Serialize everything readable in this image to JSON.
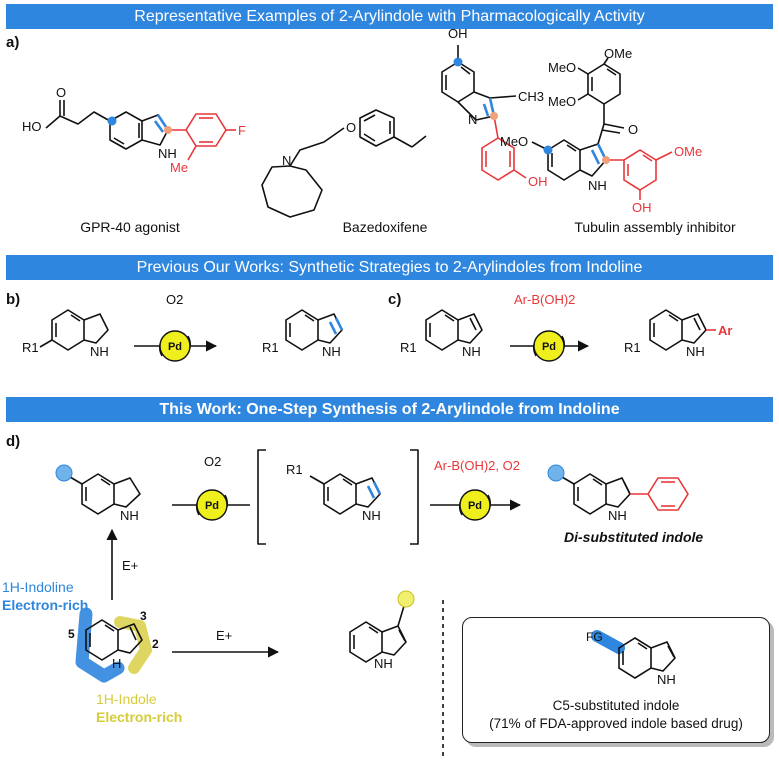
{
  "banners": {
    "a": "Representative Examples of 2-Arylindole with Pharmacologically Activity",
    "b": "Previous Our Works: Synthetic Strategies to 2-Arylindoles from Indoline",
    "c": "This Work: One-Step Synthesis of 2-Arylindole from Indoline"
  },
  "labels": {
    "a": "a)",
    "b": "b)",
    "c": "c)",
    "d": "d)"
  },
  "compounds": {
    "gpr40": "GPR-40 agonist",
    "bazedoxifene": "Bazedoxifene",
    "tubulin": "Tubulin assembly inhibitor"
  },
  "atoms": {
    "HO": "HO",
    "O": "O",
    "NH": "NH",
    "H": "H",
    "N": "N",
    "F": "F",
    "Me": "Me",
    "OH": "OH",
    "CH3": "CH3",
    "MeO": "MeO",
    "OMe": "OMe",
    "R1": "R1",
    "Ar": "Ar",
    "FG": "FG",
    "Pd": "Pd"
  },
  "reagents": {
    "o2": "O2",
    "arboh2": "Ar-B(OH)2",
    "arboh2_o2": "Ar-B(OH)2, O2",
    "eplus": "E+"
  },
  "part_d": {
    "product": "Di-substituted indole",
    "indoline": "1H-Indoline",
    "indoline_rich": "Electron-rich",
    "indole": "1H-Indole",
    "indole_rich": "Electron-rich",
    "pos5": "5",
    "pos3": "3",
    "pos2": "2",
    "note_line1": "C5-substituted indole",
    "note_line2": "(71% of FDA-approved indole based drug)"
  },
  "colors": {
    "banner": "#2f86de",
    "red": "#e8373a",
    "blue": "#2f86de",
    "yellow": "#f0ef1e",
    "yellowband": "#d6cc3a"
  }
}
